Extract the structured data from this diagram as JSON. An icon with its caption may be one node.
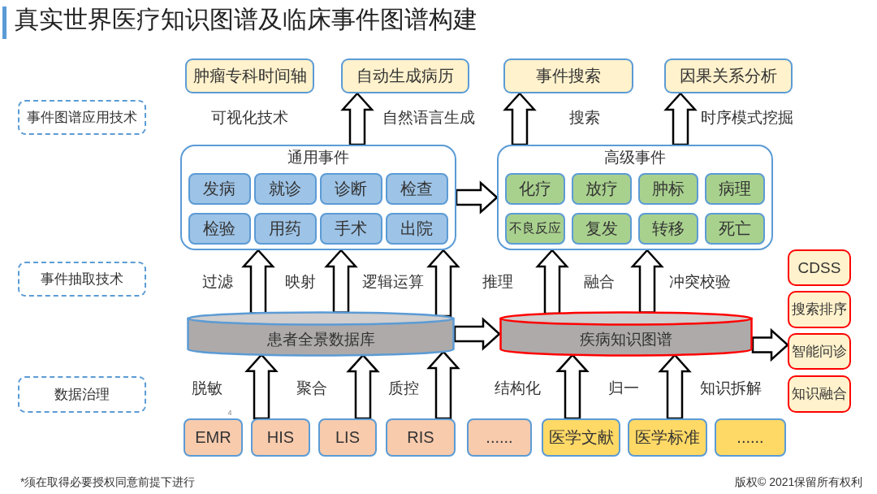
{
  "diagram": {
    "title": "真实世界医疗知识图谱及临床事件图谱构建",
    "nodes": [
      {
        "text": [
          "事件图谱应用技术"
        ]
      },
      {
        "text": [
          "肿瘤专科时间轴"
        ]
      },
      {
        "text": [
          "自动生成病历"
        ]
      },
      {
        "text": [
          "事件搜索"
        ]
      },
      {
        "text": [
          "因果关系分析"
        ]
      },
      {
        "text": [
          "通用事件"
        ]
      },
      {
        "text": [
          "发病"
        ],
        "in": 5
      },
      {
        "text": [
          "就诊"
        ],
        "in": 5
      },
      {
        "text": [
          "诊断"
        ],
        "in": 5
      },
      {
        "text": [
          "检查"
        ],
        "in": 5
      },
      {
        "text": [
          "检验"
        ],
        "in": 5
      },
      {
        "text": [
          "用药"
        ],
        "in": 5
      },
      {
        "text": [
          "手术"
        ],
        "in": 5
      },
      {
        "text": [
          "出院"
        ],
        "in": 5
      },
      {
        "text": [
          "高级事件"
        ]
      },
      {
        "text": [
          "化疗"
        ],
        "in": 14
      },
      {
        "text": [
          "放疗"
        ],
        "in": 14
      },
      {
        "text": [
          "肿标"
        ],
        "in": 14
      },
      {
        "text": [
          "病理"
        ],
        "in": 14
      },
      {
        "text": [
          "不良反应"
        ],
        "in": 14
      },
      {
        "text": [
          "复发"
        ],
        "in": 14
      },
      {
        "text": [
          "转移"
        ],
        "in": 14
      },
      {
        "text": [
          "死亡"
        ],
        "in": 14
      },
      {
        "text": [
          "事件抽取技术"
        ]
      },
      {
        "text": [
          "患者全景数据库"
        ]
      },
      {
        "text": [
          "疾病知识图谱"
        ]
      },
      {
        "text": [
          "CDSS"
        ]
      },
      {
        "text": [
          "搜索排序"
        ]
      },
      {
        "text": [
          "智能问诊"
        ]
      },
      {
        "text": [
          "知识融合"
        ]
      },
      {
        "text": [
          "数据治理"
        ]
      },
      {
        "text": [
          "EMR"
        ]
      },
      {
        "text": [
          "HIS"
        ]
      },
      {
        "text": [
          "LIS"
        ]
      },
      {
        "text": [
          "RIS"
        ]
      },
      {
        "text": [
          "......"
        ]
      },
      {
        "text": [
          "医学文献"
        ]
      },
      {
        "text": [
          "医学标准"
        ]
      },
      {
        "text": [
          "......"
        ]
      }
    ],
    "edges": [
      {
        "from": 5,
        "to": 2,
        "arrow": "to"
      },
      {
        "from": 14,
        "to": 3,
        "arrow": "to"
      },
      {
        "from": 14,
        "to": 4,
        "arrow": "to"
      },
      {
        "from": 5,
        "to": 14,
        "arrow": "to"
      },
      {
        "from": 24,
        "to": 5,
        "arrow": "to"
      },
      {
        "from": 24,
        "to": 5,
        "arrow": "to"
      },
      {
        "from": 24,
        "to": 5,
        "arrow": "to"
      },
      {
        "from": 25,
        "to": 14,
        "arrow": "to"
      },
      {
        "from": 25,
        "to": 14,
        "arrow": "to"
      },
      {
        "from": 24,
        "to": 25,
        "arrow": "to"
      },
      {
        "from": 25,
        "to": 28,
        "arrow": "to"
      },
      {
        "from": 32,
        "to": 24,
        "arrow": "to"
      },
      {
        "from": 33,
        "to": 24,
        "arrow": "to"
      },
      {
        "from": 34,
        "to": 24,
        "arrow": "to"
      },
      {
        "from": 36,
        "to": 25,
        "arrow": "to"
      },
      {
        "from": 37,
        "to": 25,
        "arrow": "to"
      }
    ],
    "labels": [
      "可视化技术",
      "自然语言生成",
      "搜索",
      "时序模式挖掘",
      "过滤",
      "映射",
      "逻辑运算",
      "推理",
      "融合",
      "冲突校验",
      "脱敏",
      "聚合",
      "质控",
      "结构化",
      "归一",
      "知识拆解",
      "4",
      "*须在取得必要授权同意前提下进行",
      "版权© 2021保留所有权利"
    ]
  }
}
